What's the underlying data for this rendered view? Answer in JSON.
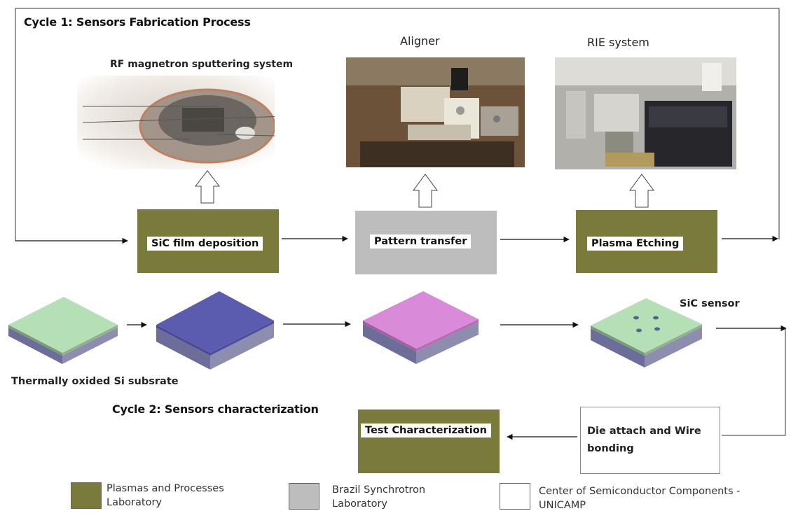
{
  "cycle1": {
    "title": "Cycle 1: Sensors Fabrication Process"
  },
  "cycle2": {
    "title": "Cycle 2: Sensors characterization"
  },
  "equipment": [
    {
      "label": "RF magnetron sputtering system"
    },
    {
      "label": "Aligner"
    },
    {
      "label": "RIE system"
    }
  ],
  "process_steps": [
    {
      "label": "SiC film deposition",
      "color": "#7a7a3a"
    },
    {
      "label": "Pattern transfer",
      "color": "#bdbdbd"
    },
    {
      "label": "Plasma Etching",
      "color": "#7a7a3a"
    }
  ],
  "substrate": {
    "label": "Thermally oxided Si subsrate"
  },
  "sensor": {
    "label": "SiC sensor"
  },
  "characterization_steps": [
    {
      "label": "Die attach and Wire bonding",
      "color": "#ffffff"
    },
    {
      "label": "Test Characterization",
      "color": "#7a7a3a"
    }
  ],
  "legend": [
    {
      "label": "Plasmas and Processes Laboratory",
      "color": "#7a7a3a"
    },
    {
      "label": "Brazil Synchrotron Laboratory",
      "color": "#bdbdbd"
    },
    {
      "label": "Center of Semiconductor Components - UNICAMP",
      "color": "#ffffff"
    }
  ],
  "colors": {
    "olive": "#7a7a3a",
    "gray": "#bdbdbd",
    "tile_green": "#b5e0b5",
    "tile_blue": "#5b5bb0",
    "tile_magenta": "#d98ad9",
    "tile_base": "#8a8aa6"
  }
}
